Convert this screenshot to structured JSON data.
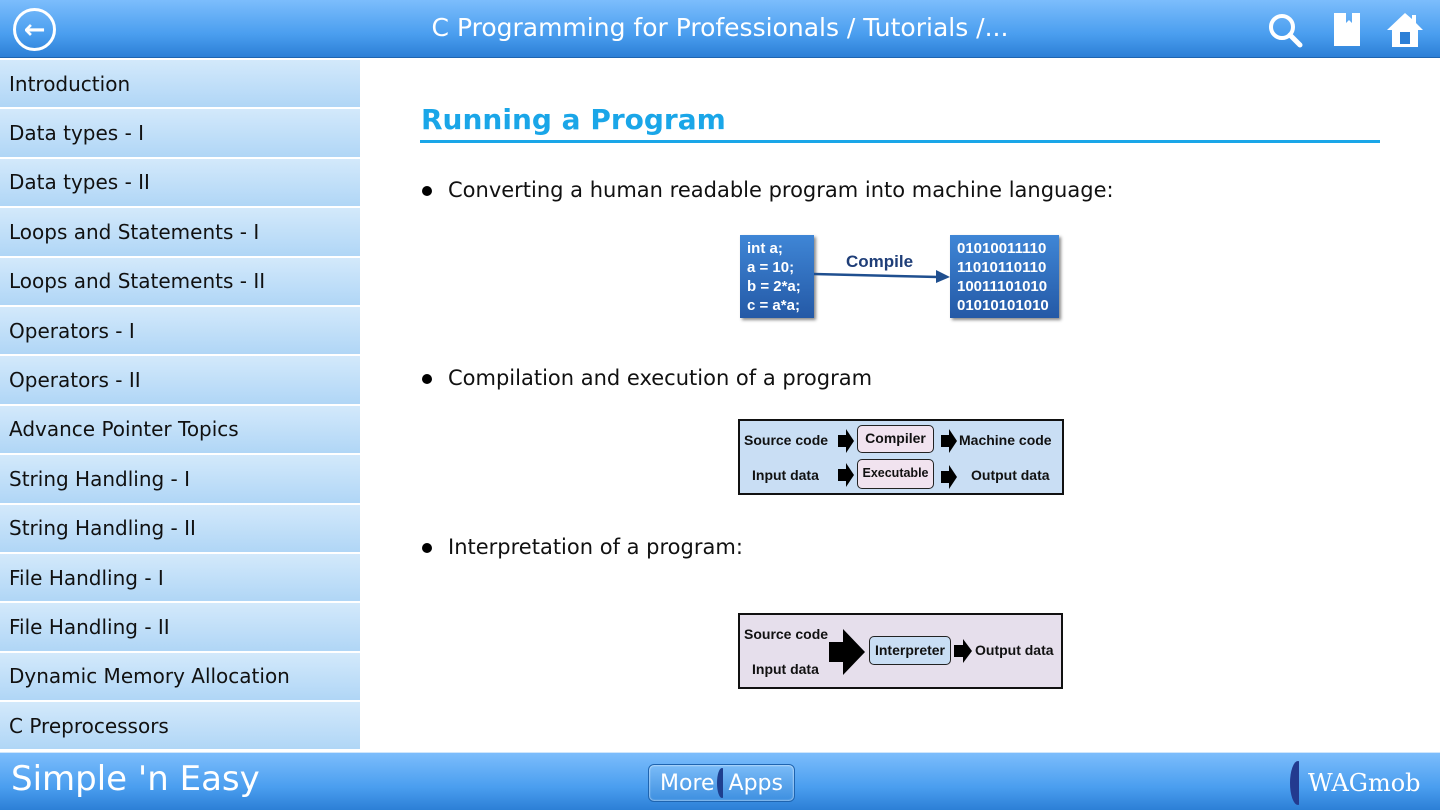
{
  "header": {
    "title": "C Programming for Professionals / Tutorials /..."
  },
  "sidebar": {
    "items": [
      "Introduction",
      "Data types - I",
      "Data types - II",
      "Loops and Statements - I",
      "Loops and Statements - II",
      "Operators - I",
      "Operators - II",
      "Advance Pointer Topics",
      "String Handling - I",
      "String Handling - II",
      "File Handling - I",
      "File Handling - II",
      "Dynamic Memory Allocation",
      "C Preprocessors"
    ]
  },
  "content": {
    "title": "Running a Program",
    "bullets": [
      "Converting a human readable program into machine language:",
      "Compilation and execution of a program",
      "Interpretation of a program:"
    ],
    "diagram1": {
      "source": [
        "int  a;",
        "a = 10;",
        "b = 2*a;",
        "c = a*a;"
      ],
      "arrow_label": "Compile",
      "binary": [
        "01010011110",
        "11010110110",
        "10011101010",
        "01010101010"
      ]
    },
    "diagram2": {
      "source_code": "Source code",
      "compiler": "Compiler",
      "machine_code": "Machine code",
      "input_data": "Input data",
      "executable": "Executable",
      "output_data": "Output data"
    },
    "diagram3": {
      "source_code": "Source code",
      "input_data": "Input data",
      "interpreter": "Interpreter",
      "output_data": "Output data"
    }
  },
  "footer": {
    "brand": "Simple 'n Easy",
    "more": "More",
    "apps": "Apps",
    "logo": "WAGmob"
  }
}
